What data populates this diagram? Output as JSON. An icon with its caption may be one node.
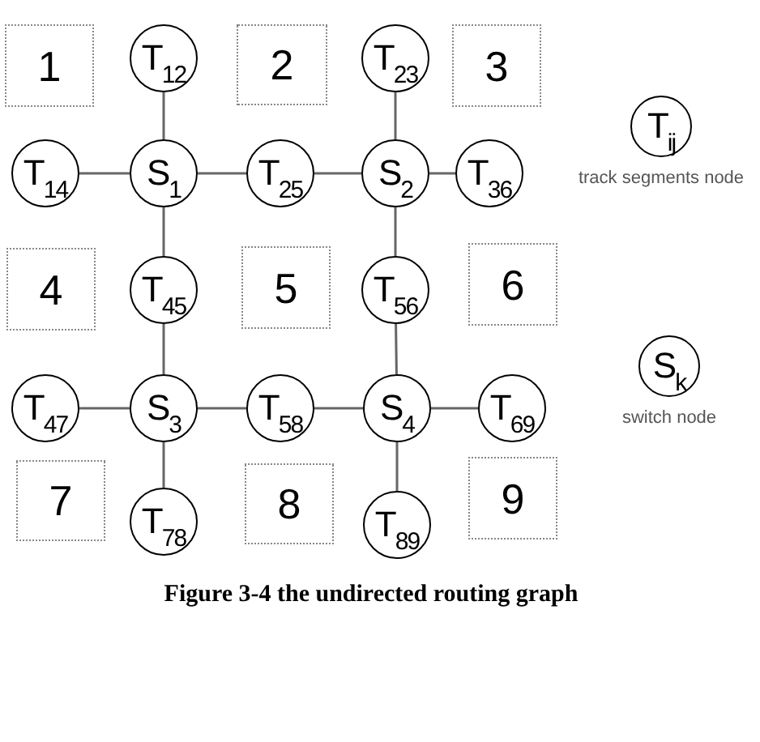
{
  "diagram": {
    "caption": "Figure 3-4 the undirected routing graph",
    "nodes": [
      {
        "text": [
          "1"
        ]
      },
      {
        "text": [
          "T$_{12}$"
        ]
      },
      {
        "text": [
          "2"
        ]
      },
      {
        "text": [
          "T$_{23}$"
        ]
      },
      {
        "text": [
          "3"
        ]
      },
      {
        "text": [
          "T$_{ij}$"
        ],
        "beside": [
          "track segments node"
        ]
      },
      {
        "text": [
          "T$_{14}$"
        ]
      },
      {
        "text": [
          "S$_{1}$"
        ]
      },
      {
        "text": [
          "T$_{25}$"
        ]
      },
      {
        "text": [
          "S$_{2}$"
        ]
      },
      {
        "text": [
          "T$_{36}$"
        ]
      },
      {
        "text": [
          "4"
        ]
      },
      {
        "text": [
          "T$_{45}$"
        ]
      },
      {
        "text": [
          "5"
        ]
      },
      {
        "text": [
          "T$_{56}$"
        ]
      },
      {
        "text": [
          "6"
        ]
      },
      {
        "text": [
          "T$_{47}$"
        ]
      },
      {
        "text": [
          "S$_{3}$"
        ]
      },
      {
        "text": [
          "T$_{58}$"
        ]
      },
      {
        "text": [
          "S$_{4}$"
        ]
      },
      {
        "text": [
          "T$_{69}$"
        ]
      },
      {
        "text": [
          "S$_{k}$"
        ],
        "beside": [
          "switch node"
        ]
      },
      {
        "text": [
          "7"
        ]
      },
      {
        "text": [
          "T$_{78}$"
        ]
      },
      {
        "text": [
          "8"
        ]
      },
      {
        "text": [
          "T$_{89}$"
        ]
      },
      {
        "text": [
          "9"
        ]
      }
    ],
    "edges": [
      {
        "from": 7,
        "to": 1,
        "arrow": "none"
      },
      {
        "from": 7,
        "to": 6,
        "arrow": "none"
      },
      {
        "from": 7,
        "to": 8,
        "arrow": "none"
      },
      {
        "from": 7,
        "to": 12,
        "arrow": "none"
      },
      {
        "from": 9,
        "to": 3,
        "arrow": "none"
      },
      {
        "from": 9,
        "to": 8,
        "arrow": "none"
      },
      {
        "from": 9,
        "to": 10,
        "arrow": "none"
      },
      {
        "from": 9,
        "to": 14,
        "arrow": "none"
      },
      {
        "from": 17,
        "to": 12,
        "arrow": "none"
      },
      {
        "from": 17,
        "to": 16,
        "arrow": "none"
      },
      {
        "from": 17,
        "to": 18,
        "arrow": "none"
      },
      {
        "from": 17,
        "to": 23,
        "arrow": "none"
      },
      {
        "from": 19,
        "to": 14,
        "arrow": "none"
      },
      {
        "from": 19,
        "to": 18,
        "arrow": "none"
      },
      {
        "from": 19,
        "to": 20,
        "arrow": "none"
      },
      {
        "from": 19,
        "to": 25,
        "arrow": "none"
      }
    ]
  }
}
